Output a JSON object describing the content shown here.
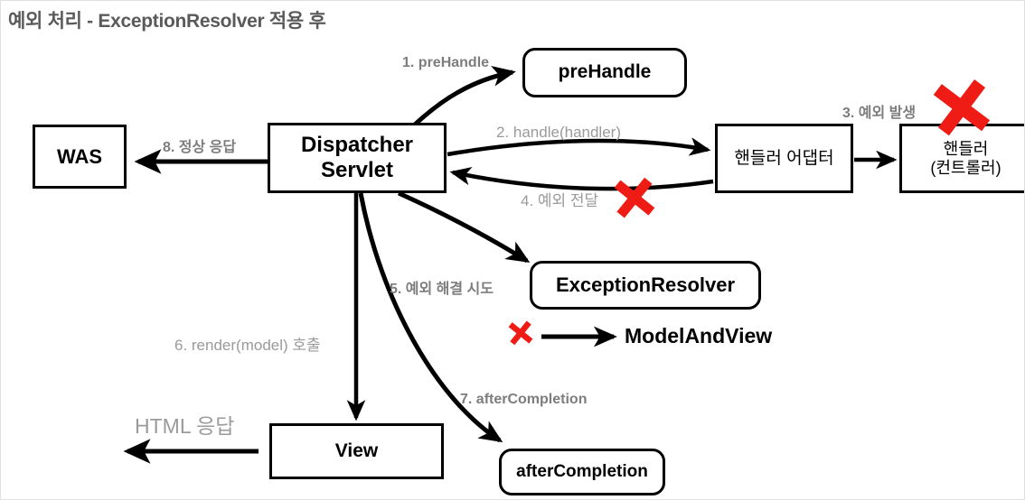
{
  "title": "예외 처리 - ExceptionResolver 적용 후",
  "colors": {
    "node_border": "#000000",
    "label_text": "#7d7d7d",
    "label_text_light": "#9a9a9a",
    "title_text": "#5a5a5a",
    "mark_red": "#ee1c15",
    "background": "#ffffff",
    "frame_border": "#e0e0e0"
  },
  "nodes": {
    "was": {
      "label": "WAS",
      "shape": "rect"
    },
    "dispatcher_servlet": {
      "label_line1": "Dispatcher",
      "label_line2": "Servlet",
      "shape": "rect"
    },
    "pre_handle": {
      "label": "preHandle",
      "shape": "rounded"
    },
    "handler_adapter": {
      "label": "핸들러 어댑터",
      "shape": "rect"
    },
    "handler_controller": {
      "label_line1": "핸들러",
      "label_line2": "(컨트롤러)",
      "shape": "rect"
    },
    "exception_resolver": {
      "label": "ExceptionResolver",
      "shape": "rounded"
    },
    "model_and_view": {
      "label": "ModelAndView",
      "shape": "text"
    },
    "view": {
      "label": "View",
      "shape": "rect"
    },
    "after_completion": {
      "label": "afterCompletion",
      "shape": "rounded"
    }
  },
  "edge_labels": {
    "step1": "1. preHandle",
    "step2": "2. handle(handler)",
    "step3": "3. 예외 발생",
    "step4": "4. 예외 전달",
    "step5": "5. 예외 해결 시도",
    "step6": "6. render(model) 호출",
    "step7": "7. afterCompletion",
    "step8": "8. 정상 응답",
    "html_response": "HTML 응답"
  },
  "marks": {
    "cross_glyph": "✕",
    "cross_on_handler": "✕",
    "cross_on_exception_propagation": "✕",
    "cross_on_model_and_view": "✕"
  }
}
